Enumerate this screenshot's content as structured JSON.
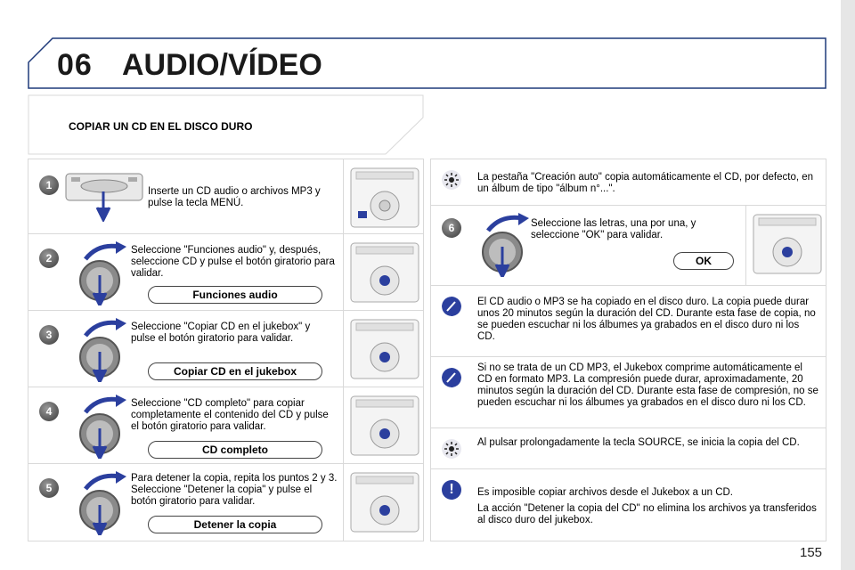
{
  "header": {
    "chapter_number": "06",
    "chapter_title": "AUDIO/VÍDEO"
  },
  "section": {
    "title": "COPIAR UN CD EN EL DISCO DURO"
  },
  "steps": [
    {
      "number": "1",
      "text": "Inserte un CD audio o archivos MP3 y pulse la tecla MENÚ.",
      "button": ""
    },
    {
      "number": "2",
      "text": "Seleccione \"Funciones audio\" y, después, seleccione CD y pulse el botón giratorio para validar.",
      "button": "Funciones audio"
    },
    {
      "number": "3",
      "text": "Seleccione \"Copiar CD en el jukebox\" y pulse el botón giratorio para validar.",
      "button": "Copiar CD en el jukebox"
    },
    {
      "number": "4",
      "text": "Seleccione \"CD completo\" para copiar completamente el contenido del CD y pulse el botón giratorio para validar.",
      "button": "CD completo"
    },
    {
      "number": "5",
      "text": "Para detener la copia, repita los puntos 2 y 3. Seleccione \"Detener la copia\" y pulse el botón giratorio para validar.",
      "button": "Detener la copia"
    }
  ],
  "right": {
    "tip_auto": "La pestaña \"Creación auto\" copia automáticamente el CD, por defecto, en un álbum de tipo \"álbum n°...\".",
    "step6_number": "6",
    "step6_text": "Seleccione las letras, una por una, y seleccione \"OK\" para validar.",
    "step6_button": "OK",
    "note_copy_time": "El CD audio o MP3 se ha copiado en el disco duro. La copia puede durar unos 20 minutos según la duración del CD. Durante esta fase de copia, no se pueden escuchar ni los álbumes ya grabados en el disco duro ni los CD.",
    "note_compress": "Si no se trata de un CD MP3, el Jukebox comprime automáticamente el CD en formato MP3. La compresión puede durar, aproximadamente, 20 minutos según la duración del CD. Durante esta fase de compresión, no se pueden escuchar ni los álbumes ya grabados en el disco duro ni los CD.",
    "tip_source": "Al pulsar prolongadamente la tecla SOURCE, se inicia la copia del CD.",
    "warn_1": "Es imposible copiar archivos desde el Jukebox a un CD.",
    "warn_2": "La acción \"Detener la copia del CD\" no elimina los archivos ya transferidos al disco duro del jukebox."
  },
  "footer": {
    "page_number": "155"
  },
  "colors": {
    "accent": "#2b3f9e",
    "border": "#d9d9d9",
    "header_line": "#1f3a7a"
  }
}
